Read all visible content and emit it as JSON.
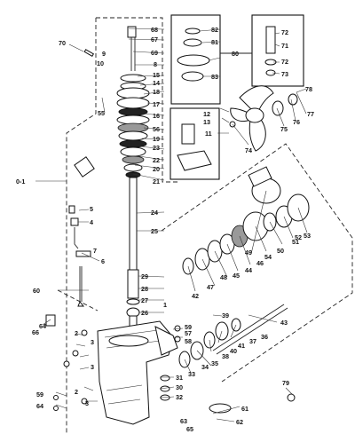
{
  "diagram": {
    "labels": {
      "l1": "1",
      "l2a": "2",
      "l2b": "2",
      "l3a": "3",
      "l3b": "3",
      "l3c": "3",
      "l4": "4",
      "l5": "5",
      "l6": "6",
      "l7": "7",
      "l8": "8",
      "l9": "9",
      "l10": "10",
      "l11": "11",
      "l12": "12",
      "l13": "13",
      "l14": "14",
      "l15": "15",
      "l16": "16",
      "l17": "17",
      "l18": "18",
      "l19": "19",
      "l20": "20",
      "l21": "21",
      "l22": "22",
      "l23": "23",
      "l24": "24",
      "l25": "25",
      "l26": "26",
      "l27": "27",
      "l28": "28",
      "l29": "29",
      "l30": "30",
      "l31": "31",
      "l32": "32",
      "l33": "33",
      "l34": "34",
      "l35": "35",
      "l36": "36",
      "l37": "37",
      "l38": "38",
      "l39": "39",
      "l40": "40",
      "l41": "41",
      "l42": "42",
      "l43": "43",
      "l44": "44",
      "l45": "45",
      "l46": "46",
      "l47": "47",
      "l48": "48",
      "l49": "49",
      "l50": "50",
      "l51": "51",
      "l52": "52",
      "l53": "53",
      "l54": "54",
      "l55": "55",
      "l56": "56",
      "l57": "57",
      "l58": "58",
      "l59a": "59",
      "l59b": "59",
      "l60": "60",
      "l61": "61",
      "l62": "62",
      "l63": "63",
      "l64": "64",
      "l65": "65",
      "l66": "66",
      "l67": "67",
      "l68": "68",
      "l69": "69",
      "l70": "70",
      "l71": "71",
      "l72a": "72",
      "l72b": "72",
      "l73": "73",
      "l74": "74",
      "l75": "75",
      "l76": "76",
      "l77": "77",
      "l78": "78",
      "l79": "79",
      "l80": "80",
      "l81": "81",
      "l82": "82",
      "l83": "83",
      "l01": "0-1"
    }
  }
}
